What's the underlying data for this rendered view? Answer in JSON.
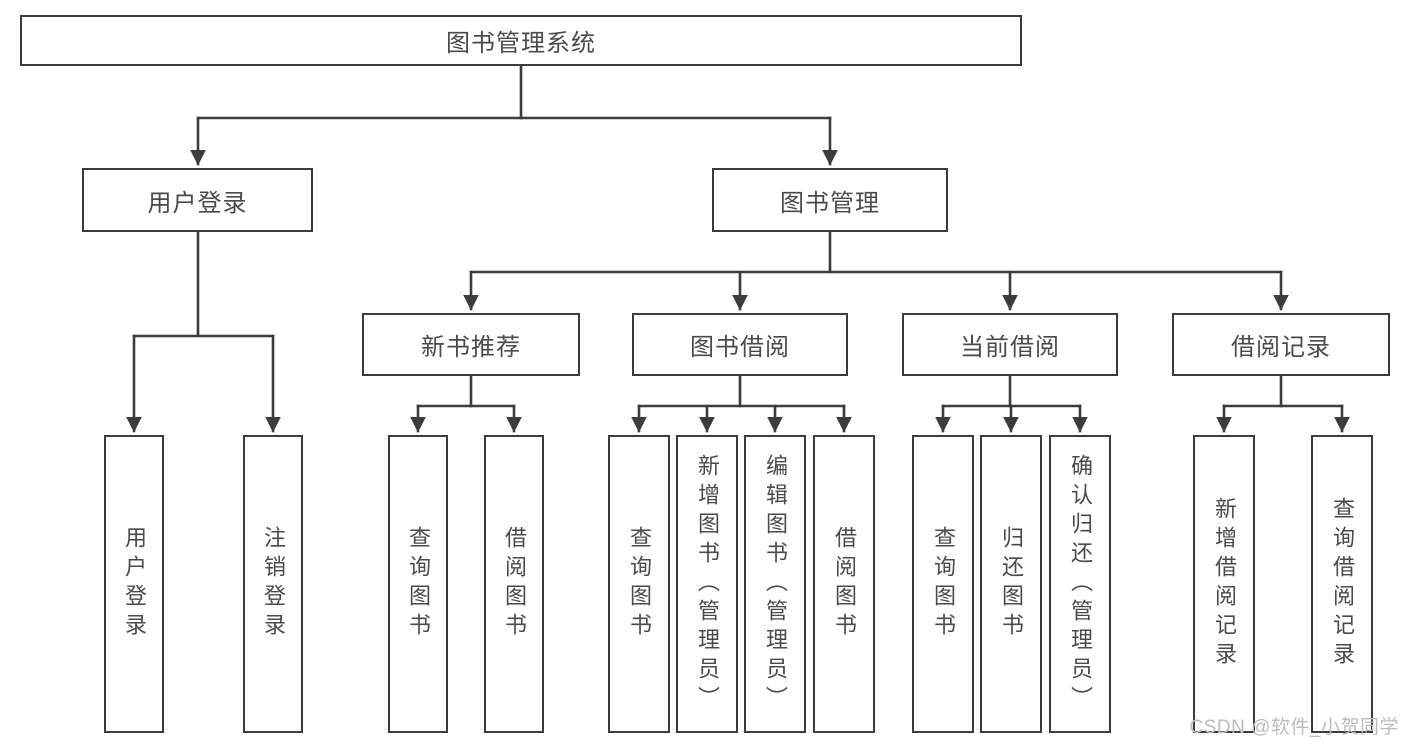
{
  "colors": {
    "background": "#ffffff",
    "line": "#3c3c3c",
    "box_border": "#3c3c3c",
    "text": "#4a4a4a",
    "watermark": "#bcbcbc"
  },
  "diagram": {
    "root": "图书管理系统",
    "branches": [
      "用户登录",
      "图书管理"
    ],
    "sections": [
      "新书推荐",
      "图书借阅",
      "当前借阅",
      "借阅记录"
    ],
    "leaves": [
      "用户登录",
      "注销登录",
      "查询图书",
      "借阅图书",
      "查询图书",
      "新增图书（管理员）",
      "编辑图书（管理员）",
      "借阅图书",
      "查询图书",
      "归还图书",
      "确认归还（管理员）",
      "新增借阅记录",
      "查询借阅记录"
    ]
  },
  "watermark": "CSDN @软件_小贺同学"
}
